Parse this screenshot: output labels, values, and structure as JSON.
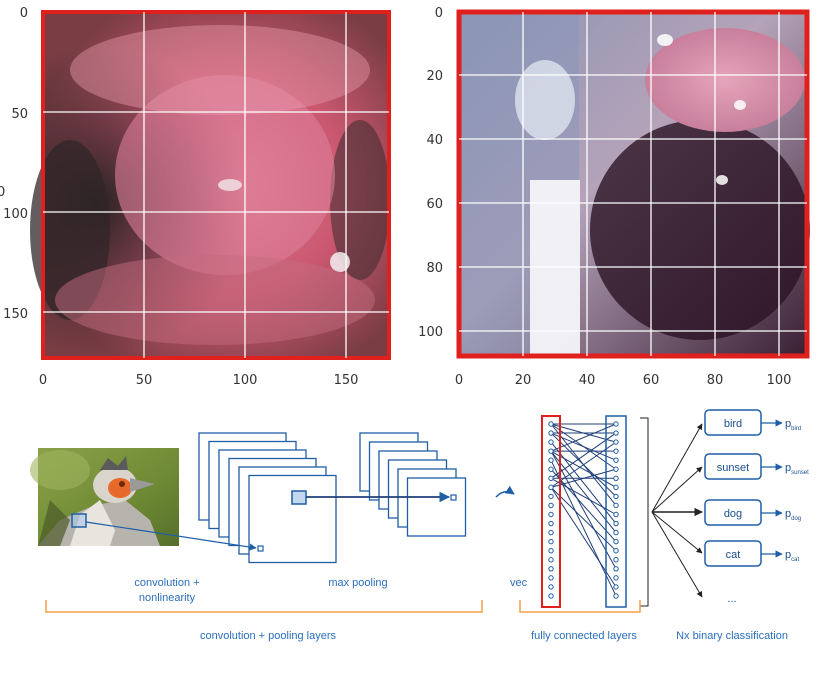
{
  "plots": {
    "left": {
      "x_ticks": [
        "0",
        "50",
        "100",
        "150"
      ],
      "y_ticks": [
        "0",
        "50",
        "100",
        "150"
      ],
      "cut_y_char": "0"
    },
    "right": {
      "x_ticks": [
        "0",
        "20",
        "40",
        "60",
        "80",
        "100"
      ],
      "y_ticks": [
        "0",
        "20",
        "40",
        "60",
        "80",
        "100"
      ]
    }
  },
  "diagram": {
    "conv_label_line1": "convolution +",
    "conv_label_line2": "nonlinearity",
    "pool_label": "max pooling",
    "vec_label": "vec",
    "conv_pool_group_label": "convolution + pooling layers",
    "fc_group_label": "fully connected layers",
    "binary_label": "Nx binary classification",
    "classes": [
      {
        "name": "bird",
        "prob": "p",
        "sub": "bird"
      },
      {
        "name": "sunset",
        "prob": "p",
        "sub": "sunset"
      },
      {
        "name": "dog",
        "prob": "p",
        "sub": "dog"
      },
      {
        "name": "cat",
        "prob": "p",
        "sub": "cat"
      }
    ],
    "ellipsis": "..."
  },
  "colors": {
    "accent_blue": "#1f5fa6",
    "highlight_red": "#e0201c",
    "bracket_orange": "#f2a24a",
    "grid": "#ffffff"
  }
}
